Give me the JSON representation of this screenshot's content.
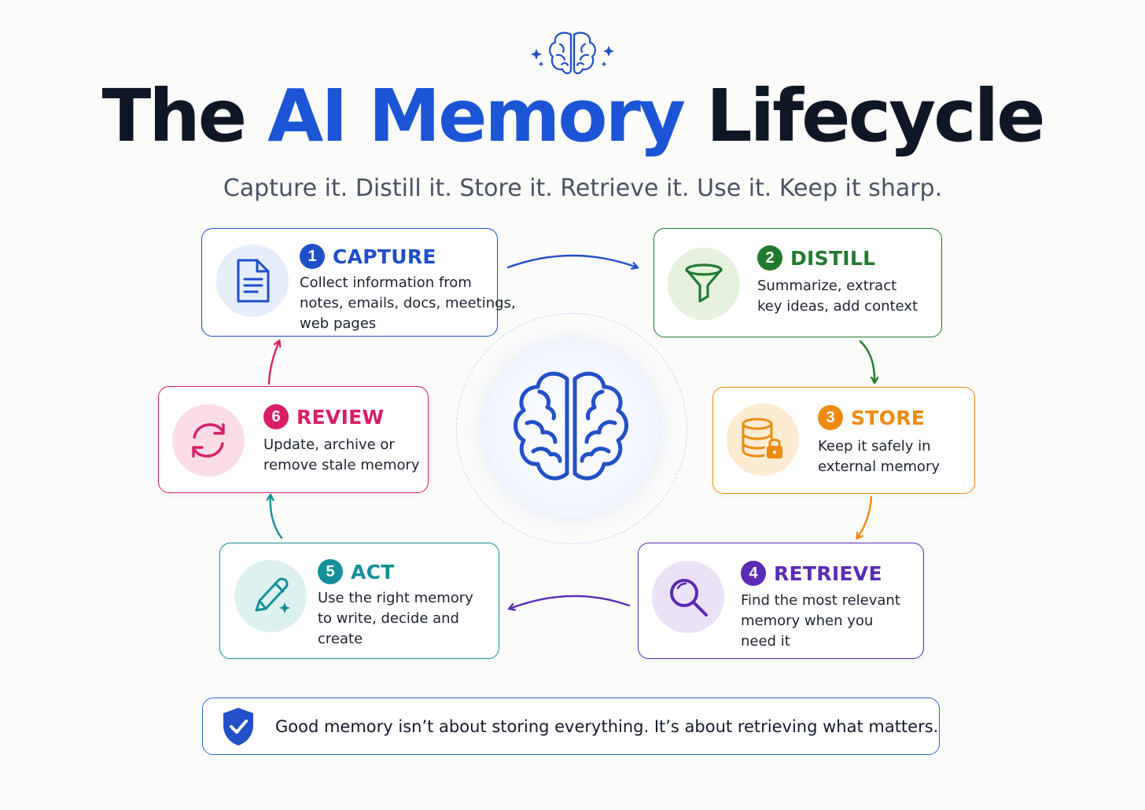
{
  "header": {
    "title_before": "The ",
    "title_accent": "AI Memory",
    "title_after": " Lifecycle",
    "subtitle": "Capture it. Distill it. Store it. Retrieve it. Use it. Keep it sharp.",
    "top_icon": "brain-sparkles-icon"
  },
  "steps": [
    {
      "number": "1",
      "title": "CAPTURE",
      "description": [
        "Collect information from",
        "notes, emails, docs, meetings,",
        "web pages"
      ],
      "icon": "document-icon",
      "color": "#1e4fc9"
    },
    {
      "number": "2",
      "title": "DISTILL",
      "description": [
        "Summarize, extract",
        "key ideas, add context"
      ],
      "icon": "funnel-icon",
      "color": "#237a2f"
    },
    {
      "number": "3",
      "title": "STORE",
      "description": [
        "Keep it safely in",
        "external memory"
      ],
      "icon": "database-lock-icon",
      "color": "#ef8a10"
    },
    {
      "number": "4",
      "title": "RETRIEVE",
      "description": [
        "Find the most relevant",
        "memory when you",
        "need it"
      ],
      "icon": "magnifier-icon",
      "color": "#5a2bb5"
    },
    {
      "number": "5",
      "title": "ACT",
      "description": [
        "Use the right memory",
        "to write, decide and",
        "create"
      ],
      "icon": "pencil-sparkle-icon",
      "color": "#13909a"
    },
    {
      "number": "6",
      "title": "REVIEW",
      "description": [
        "Update, archive or",
        "remove stale memory"
      ],
      "icon": "refresh-icon",
      "color": "#d81f65"
    }
  ],
  "center": {
    "icon": "brain-icon"
  },
  "footer": {
    "icon": "shield-check-icon",
    "text": "Good memory isn’t about storing everything. It’s about retrieving what matters."
  }
}
